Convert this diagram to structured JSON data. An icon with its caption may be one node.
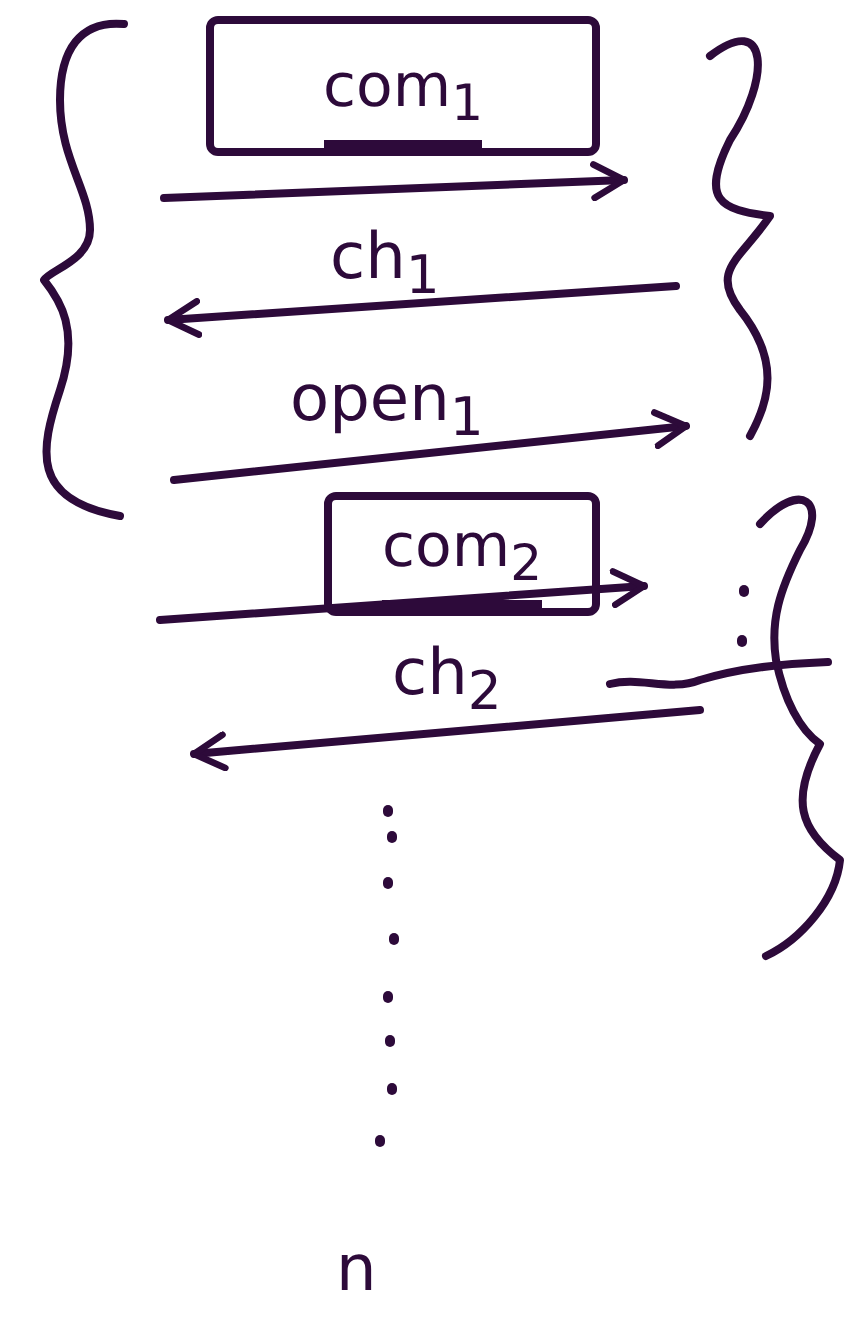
{
  "diagram": {
    "nodes": [
      {
        "text": [
          "com$_{1}$"
        ]
      },
      {
        "text": [
          "com$_{2}$"
        ]
      }
    ],
    "labels": [
      "ch$_{1}$",
      "open$_{1}$",
      "ch$_{2}$",
      "n"
    ]
  }
}
